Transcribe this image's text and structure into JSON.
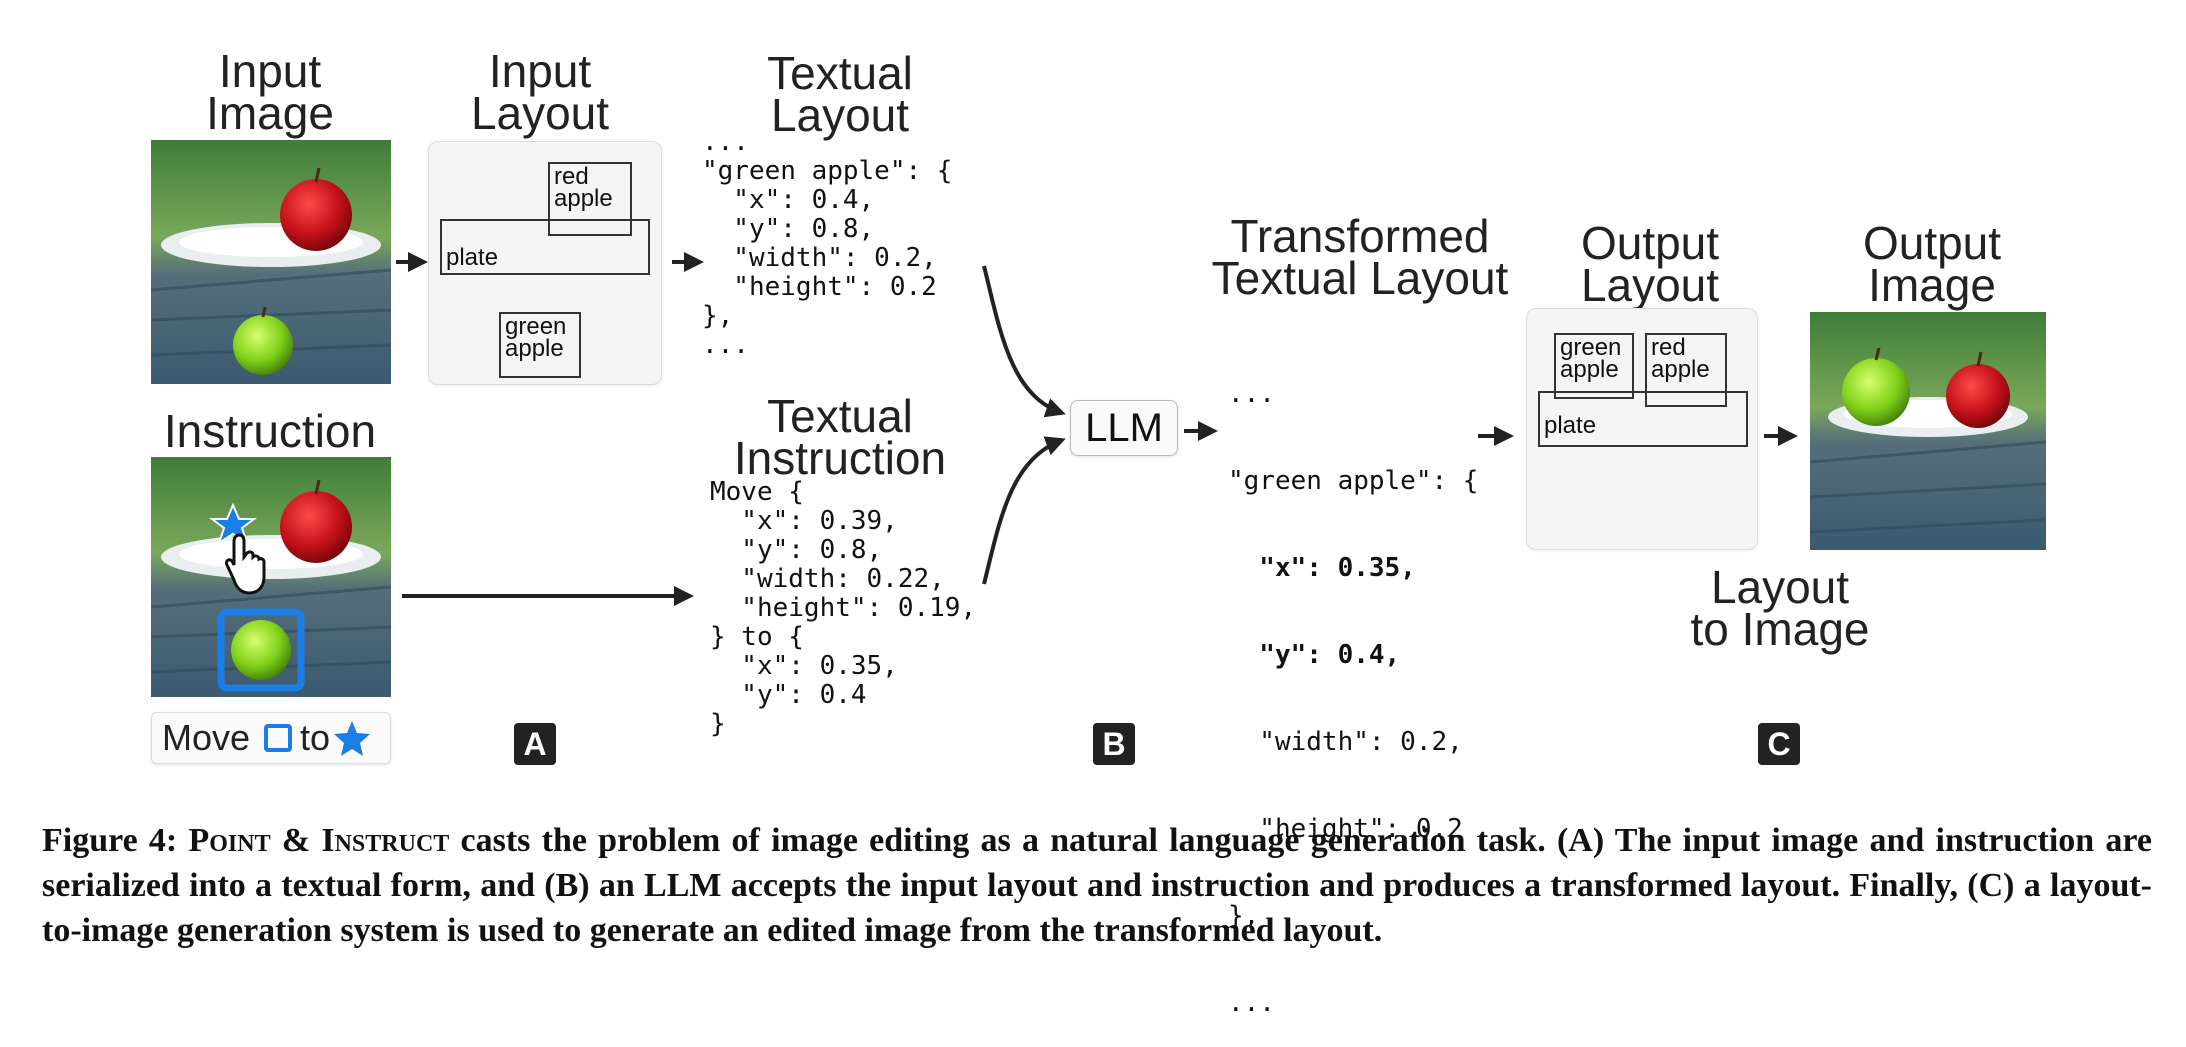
{
  "headings": {
    "input_image": [
      "Input",
      "Image"
    ],
    "input_layout": [
      "Input",
      "Layout"
    ],
    "textual_layout": [
      "Textual",
      "Layout"
    ],
    "instruction": "Instruction",
    "textual_instruction": [
      "Textual",
      "Instruction"
    ],
    "transformed_textual_layout": [
      "Transformed",
      "Textual Layout"
    ],
    "output_layout": [
      "Output",
      "Layout"
    ],
    "output_image": [
      "Output",
      "Image"
    ],
    "layout_to_image": [
      "Layout",
      "to Image"
    ]
  },
  "input_layout_boxes": {
    "red_apple": "red\napple",
    "plate": "plate",
    "green_apple": "green\napple"
  },
  "output_layout_boxes": {
    "green_apple": "green\napple",
    "red_apple": "red\napple",
    "plate": "plate"
  },
  "textual_layout_code": "...\n\"green apple\": {\n  \"x\": 0.4,\n  \"y\": 0.8,\n  \"width\": 0.2,\n  \"height\": 0.2\n},\n...",
  "textual_instruction_code": "Move {\n  \"x\": 0.39,\n  \"y\": 0.8,\n  \"width: 0.22,\n  \"height\": 0.19,\n} to {\n  \"x\": 0.35,\n  \"y\": 0.4\n}",
  "transformed_code": {
    "l1": "...",
    "l2": "\"green apple\": {",
    "x_line": "  \"x\": 0.35,",
    "y_line": "  \"y\": 0.4,",
    "l5": "  \"width\": 0.2,",
    "l6": "  \"height\": 0.2",
    "l7": "},",
    "l8": "..."
  },
  "llm_label": "LLM",
  "move_bar": {
    "move": "Move",
    "to": "to"
  },
  "badges": {
    "a": "A",
    "b": "B",
    "c": "C"
  },
  "caption": {
    "label": "Figure 4:",
    "name": "Point & Instruct",
    "text": " casts the problem of image editing as a natural language generation task. (A) The input image and instruction are serialized into a textual form, and (B) an LLM accepts the input layout and instruction and produces a transformed layout. Finally, (C) a layout-to-image generation system is used to generate an edited image from the transformed layout."
  },
  "colors": {
    "accent_blue": "#1a7ee6",
    "ink": "#222222",
    "panel_bg": "#f5f5f5"
  }
}
